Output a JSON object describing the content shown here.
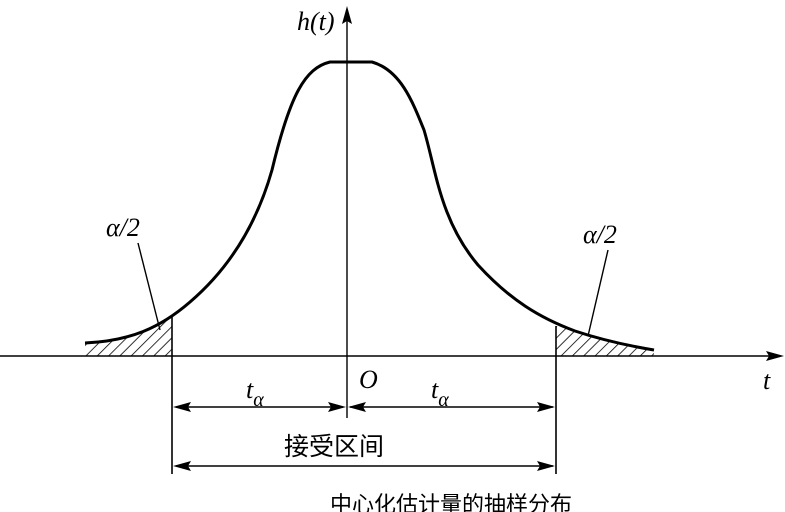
{
  "labels": {
    "y_axis": "h(t)",
    "x_axis": "t",
    "origin": "O",
    "t_alpha_left": "tα",
    "t_alpha_right": "tα",
    "tail_left": "α/2",
    "tail_right": "α/2",
    "interval": "接受区间",
    "caption": "中心化估计量的抽样分布"
  },
  "colors": {
    "ink": "#000000",
    "background": "#ffffff"
  }
}
